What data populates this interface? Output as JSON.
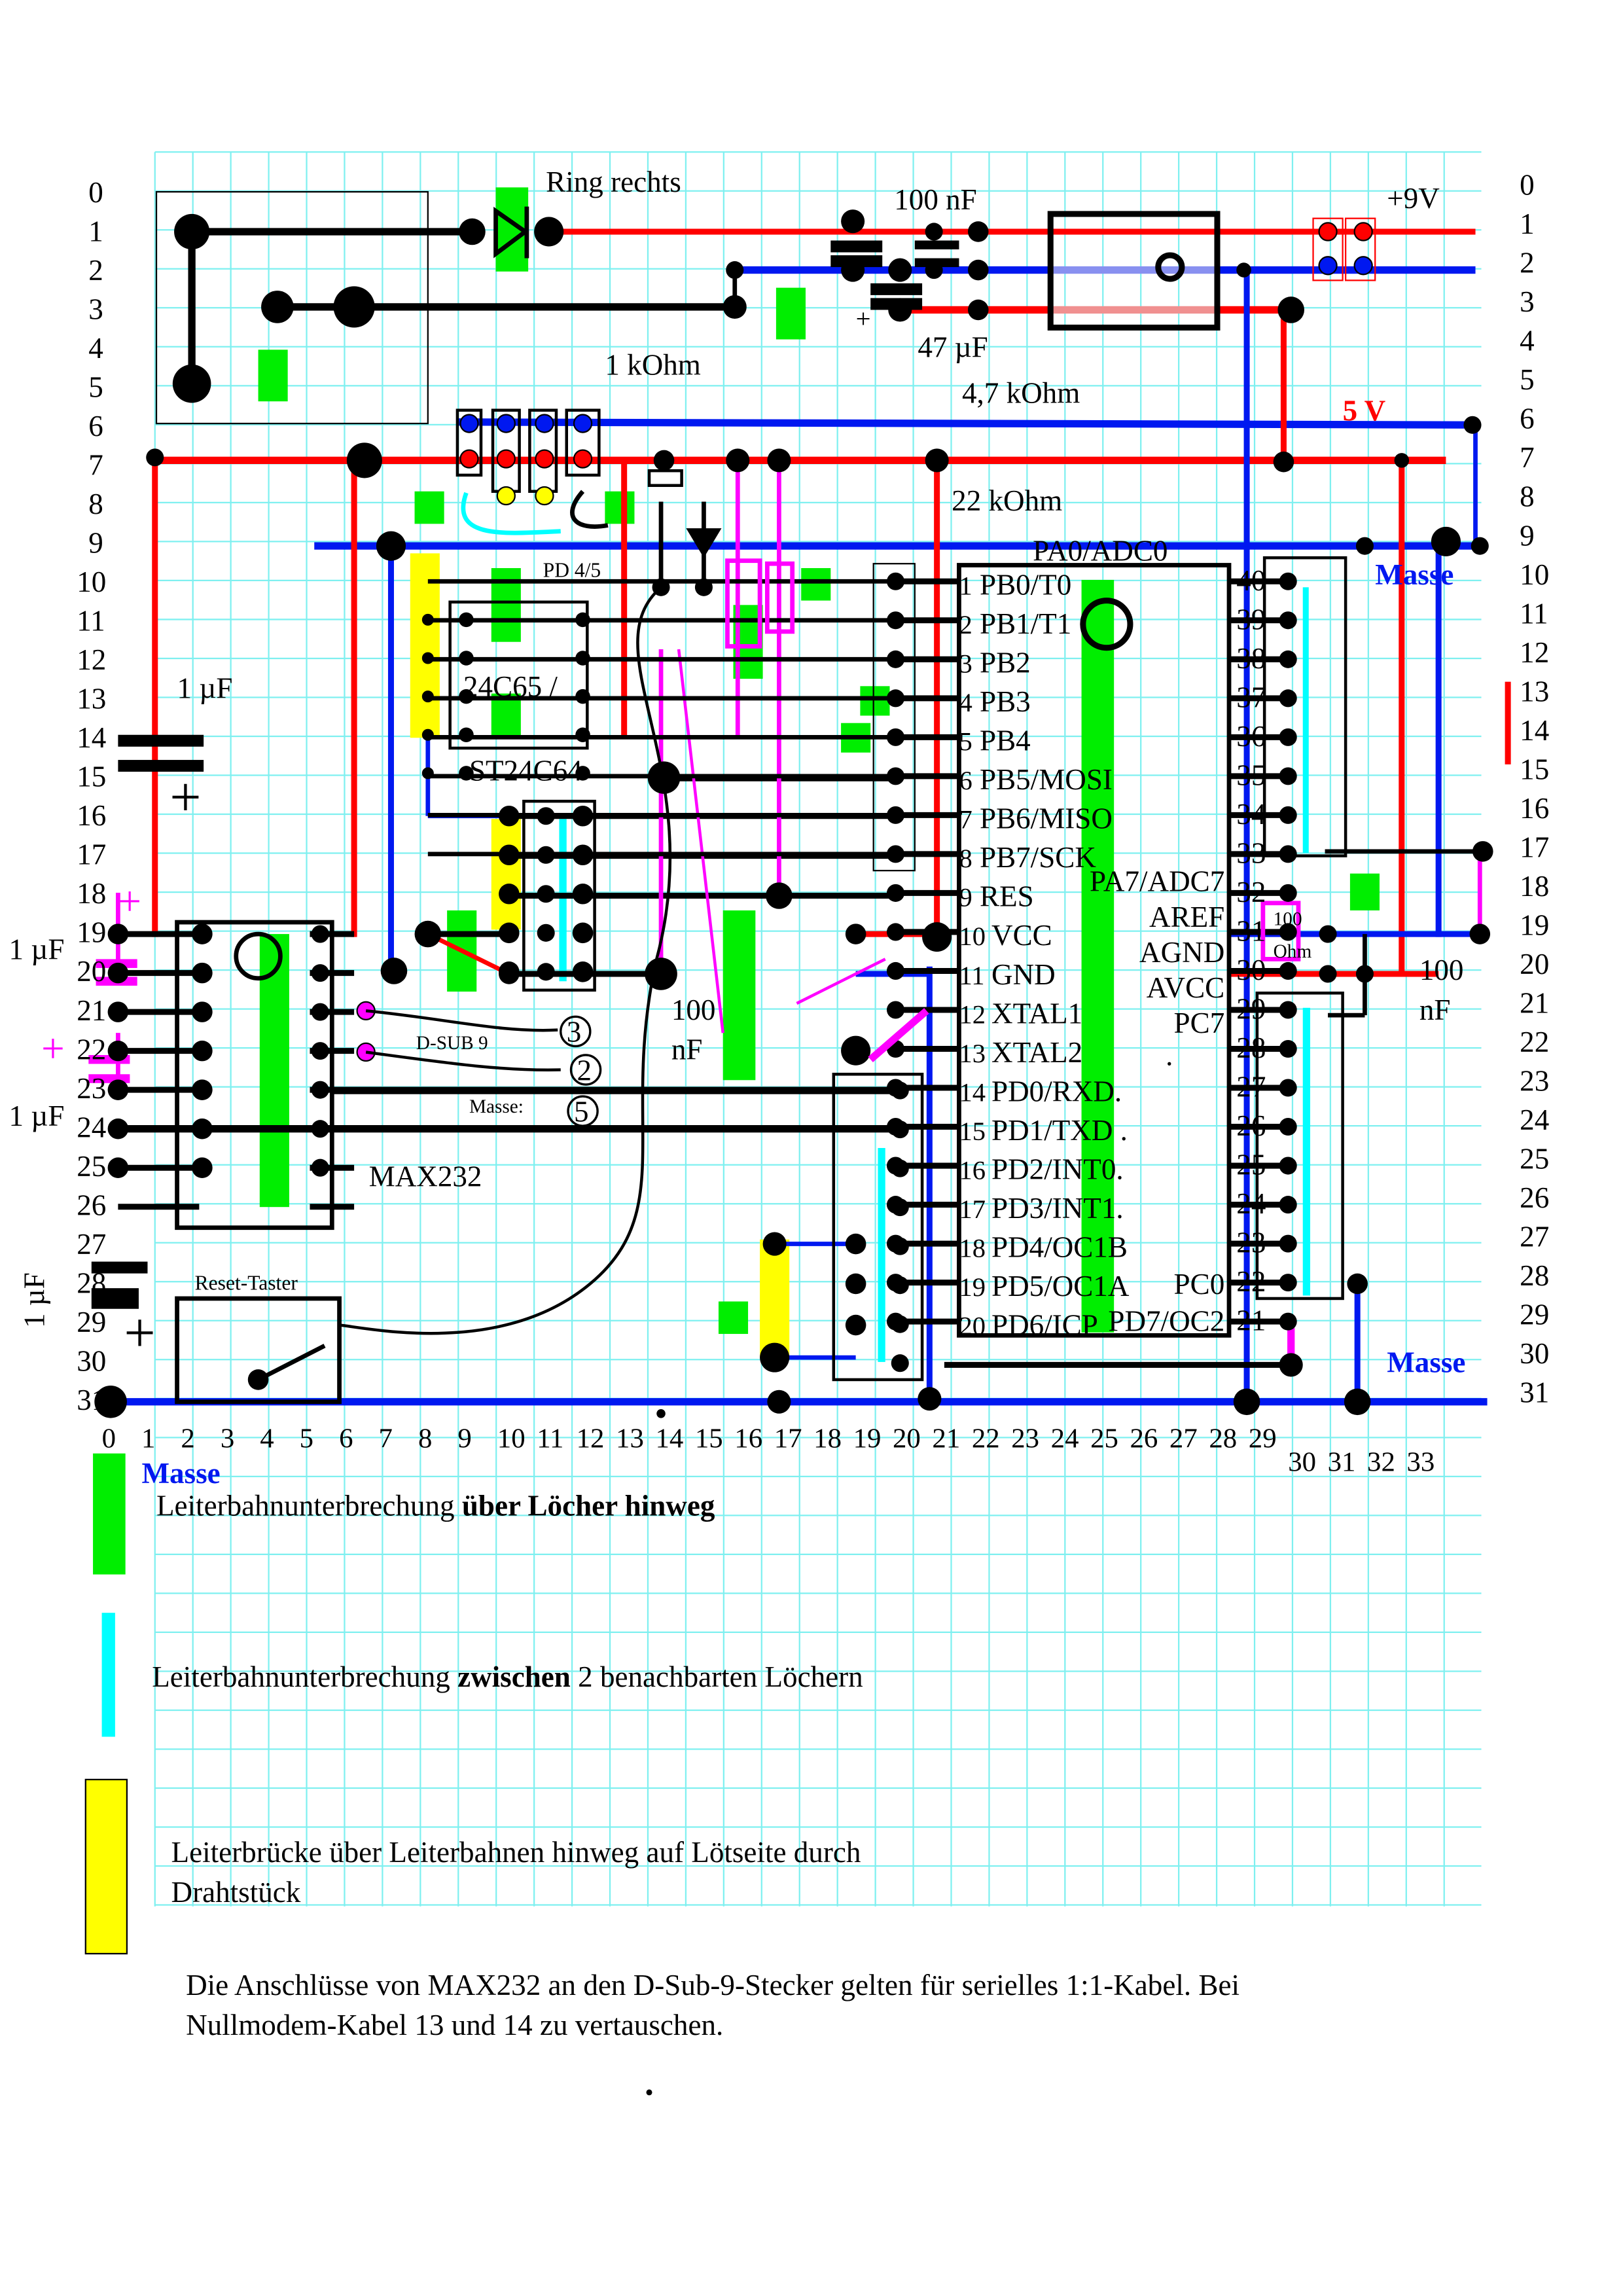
{
  "colors": {
    "grid": "#7ff0f0",
    "power": "#ff0000",
    "ground": "#0018f0",
    "trace": "#000000",
    "cut_over_holes": "#00ee00",
    "cut_between_holes": "#00ffff",
    "bridge": "#ffff00",
    "component": "#ff00ff"
  },
  "axes": {
    "rows_left": [
      "0",
      "1",
      "2",
      "3",
      "4",
      "5",
      "6",
      "7",
      "8",
      "9",
      "10",
      "11",
      "12",
      "13",
      "14",
      "15",
      "16",
      "17",
      "18",
      "19",
      "20",
      "21",
      "22",
      "23",
      "24",
      "25",
      "26",
      "27",
      "28",
      "29",
      "30",
      "31"
    ],
    "rows_right": [
      "0",
      "1",
      "2",
      "3",
      "4",
      "5",
      "6",
      "7",
      "8",
      "9",
      "10",
      "11",
      "12",
      "13",
      "14",
      "15",
      "16",
      "17",
      "18",
      "19",
      "20",
      "21",
      "22",
      "23",
      "24",
      "25",
      "26",
      "27",
      "28",
      "29",
      "30",
      "31"
    ],
    "columns": [
      "0",
      "1",
      "2",
      "3",
      "4",
      "5",
      "6",
      "7",
      "8",
      "9",
      "10",
      "11",
      "12",
      "13",
      "14",
      "15",
      "16",
      "17",
      "18",
      "19",
      "20",
      "21",
      "22",
      "23",
      "24",
      "25",
      "26",
      "27",
      "28",
      "29",
      "30",
      "31",
      "32",
      "33"
    ]
  },
  "labels": {
    "ring_rechts": "Ring rechts",
    "cap_100nf_top": "100 nF",
    "plus_9v": "+9V",
    "cap_47uf": "47 µF",
    "res_1k": "1 kOhm",
    "res_4k7": "4,7 kOhm",
    "plus_5v": "5 V",
    "res_22k": "22 kOhm",
    "pd45": "PD 4/5",
    "masse_top_right": "Masse",
    "masse_bottom_right": "Masse",
    "masse_bottom_left": "Masse",
    "eeprom_a": "24C65 /",
    "eeprom_b": "ST24C64",
    "cap_1uf_a": "1 µF",
    "cap_1uf_b": "1 µF",
    "cap_1uf_c": "1 µF",
    "cap_1uf_d": "1 µF",
    "max232": "MAX232",
    "dsub9": "D-SUB 9",
    "masse_colon": "Masse:",
    "pin3": "3",
    "pin2": "2",
    "pin5": "5",
    "cap_100nf_mid_a": "100",
    "cap_100nf_mid_b": "nF",
    "res_100ohm_a": "100",
    "res_100ohm_b": "Ohm",
    "cap_100nf_right_a": "100",
    "cap_100nf_right_b": "nF",
    "reset": "Reset-Taster",
    "plus_sign": "+"
  },
  "mcu": {
    "left_pins": [
      {
        "num": "1",
        "name": "PB0/T0"
      },
      {
        "num": "2",
        "name": "PB1/T1"
      },
      {
        "num": "3",
        "name": "PB2"
      },
      {
        "num": "4",
        "name": "PB3"
      },
      {
        "num": "5",
        "name": "PB4"
      },
      {
        "num": "6",
        "name": "PB5/MOSI"
      },
      {
        "num": "7",
        "name": "PB6/MISO"
      },
      {
        "num": "8",
        "name": "PB7/SCK"
      },
      {
        "num": "9",
        "name": "RES"
      },
      {
        "num": "10",
        "name": "VCC"
      },
      {
        "num": "11",
        "name": "GND"
      },
      {
        "num": "12",
        "name": "XTAL1"
      },
      {
        "num": "13",
        "name": "XTAL2"
      },
      {
        "num": "14",
        "name": "PD0/RXD."
      },
      {
        "num": "15",
        "name": "PD1/TXD ."
      },
      {
        "num": "16",
        "name": "PD2/INT0."
      },
      {
        "num": "17",
        "name": "PD3/INT1."
      },
      {
        "num": "18",
        "name": "PD4/OC1B"
      },
      {
        "num": "19",
        "name": "PD5/OC1A"
      },
      {
        "num": "20",
        "name": "PD6/ICP"
      }
    ],
    "right_pins": [
      {
        "num": "40",
        "name": "PA0/ADC0"
      },
      {
        "num": "39",
        "name": ""
      },
      {
        "num": "38",
        "name": ""
      },
      {
        "num": "37",
        "name": ""
      },
      {
        "num": "36",
        "name": ""
      },
      {
        "num": "35",
        "name": ""
      },
      {
        "num": "34",
        "name": ""
      },
      {
        "num": "33",
        "name": "PA7/ADC7"
      },
      {
        "num": "32",
        "name": "AREF"
      },
      {
        "num": "31",
        "name": "AGND"
      },
      {
        "num": "30",
        "name": "AVCC"
      },
      {
        "num": "29",
        "name": "PC7"
      },
      {
        "num": "28",
        "name": "."
      },
      {
        "num": "27",
        "name": ""
      },
      {
        "num": "26",
        "name": ""
      },
      {
        "num": "25",
        "name": ""
      },
      {
        "num": "24",
        "name": ""
      },
      {
        "num": "23",
        "name": ""
      },
      {
        "num": "22",
        "name": "PC0"
      },
      {
        "num": "21",
        "name": "PD7/OC2"
      }
    ]
  },
  "legend": {
    "green_a": "Leiterbahnunterbrechung ",
    "green_b": "über Löcher hinweg",
    "cyan_a": "Leiterbahnunterbrechung ",
    "cyan_b": "zwischen",
    "cyan_c": " 2 benachbarten Löchern",
    "yellow_1": "Leiterbrücke über Leiterbahnen hinweg auf Lötseite durch",
    "yellow_2": "Drahtstück"
  },
  "note": {
    "line1": "Die Anschlüsse von MAX232 an den D-Sub-9-Stecker gelten für serielles 1:1-Kabel. Bei",
    "line2": "Nullmodem-Kabel 13 und 14 zu vertauschen."
  }
}
